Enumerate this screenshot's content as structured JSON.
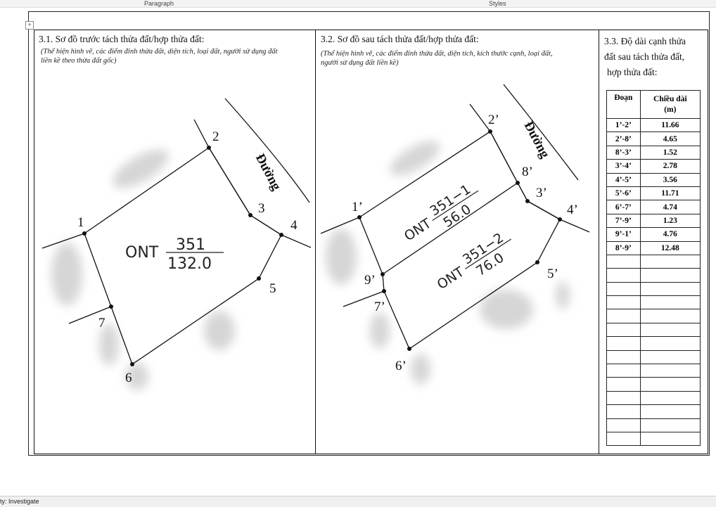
{
  "ribbon": {
    "groups": [
      "Paragraph",
      "Styles"
    ]
  },
  "section_31": {
    "title": "3.1. Sơ đồ trước tách thửa đất/hợp thửa đất:",
    "note_line1": "(Thể hiện hình vẽ, các điểm đỉnh thửa đất, diện tích, loại đất, người sử dụng đất",
    "note_line2": "liền kề theo thửa đất gốc)",
    "road_label": "Đường",
    "land_type": "ONT",
    "parcel_number": "351",
    "area": "132.0",
    "points": [
      "1",
      "2",
      "3",
      "4",
      "5",
      "6",
      "7"
    ]
  },
  "section_32": {
    "title": "3.2. Sơ đồ sau tách thửa đất/hợp thửa đất:",
    "note_line1": "(Thể hiện hình vẽ, các điểm đỉnh thửa đất, diện tích, kích thước cạnh, loại đất,",
    "note_line2": "người sử dụng đất liền kề)",
    "road_label": "Đường",
    "parcel_a": {
      "land_type": "ONT",
      "parcel_number": "351−1",
      "area": "56.0"
    },
    "parcel_b": {
      "land_type": "ONT",
      "parcel_number": "351−2",
      "area": "76.0"
    },
    "points": [
      "1’",
      "2’",
      "3’",
      "4’",
      "5’",
      "6’",
      "7’",
      "8’",
      "9’"
    ]
  },
  "section_33": {
    "title_line1": "3.3. Độ dài cạnh thửa",
    "title_line2": "đất sau tách thửa đất,",
    "title_line3": "hợp thửa đất:",
    "col_segment": "Đoạn",
    "col_length": "Chiều dài",
    "col_unit": "(m)",
    "rows": [
      {
        "seg": "1’-2’",
        "len": "11.66"
      },
      {
        "seg": "2’-8’",
        "len": "4.65"
      },
      {
        "seg": "8’-3’",
        "len": "1.52"
      },
      {
        "seg": "3’-4’",
        "len": "2.78"
      },
      {
        "seg": "4’-5’",
        "len": "3.56"
      },
      {
        "seg": "5’-6’",
        "len": "11.71"
      },
      {
        "seg": "6’-7’",
        "len": "4.74"
      },
      {
        "seg": "7’-9’",
        "len": "1.23"
      },
      {
        "seg": "9’-1’",
        "len": "4.76"
      },
      {
        "seg": "8’-9’",
        "len": "12.48"
      }
    ]
  },
  "status": {
    "text": "ty: Investigate"
  }
}
